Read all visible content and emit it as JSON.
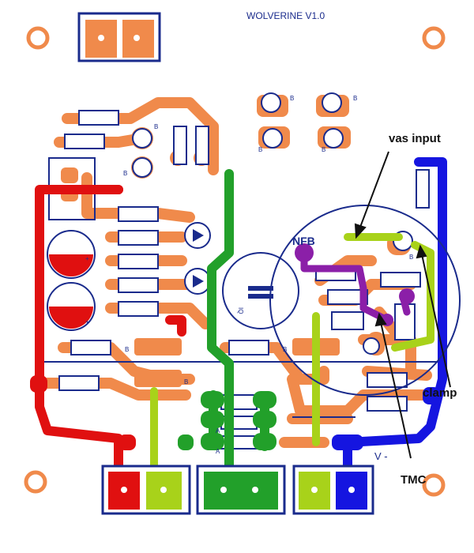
{
  "board": {
    "title": "WOLVERINE V1.0",
    "silk": {
      "b_label": "B",
      "a_label": "A",
      "plus": "+",
      "q_label": "IQ"
    },
    "net_colors": {
      "ground_pad": "#f08a4b",
      "positive_rail": "#e01010",
      "negative_rail": "#1515e0",
      "ground_bus": "#22a02a",
      "output": "#a8d21a",
      "feedback": "#8b1fa8",
      "outline": "#1a2b8c"
    }
  },
  "annotations": {
    "vas_input": "vas input",
    "nfb": "NFB",
    "clamp": "clamp",
    "tmc": "TMC",
    "v_minus": "V -"
  }
}
